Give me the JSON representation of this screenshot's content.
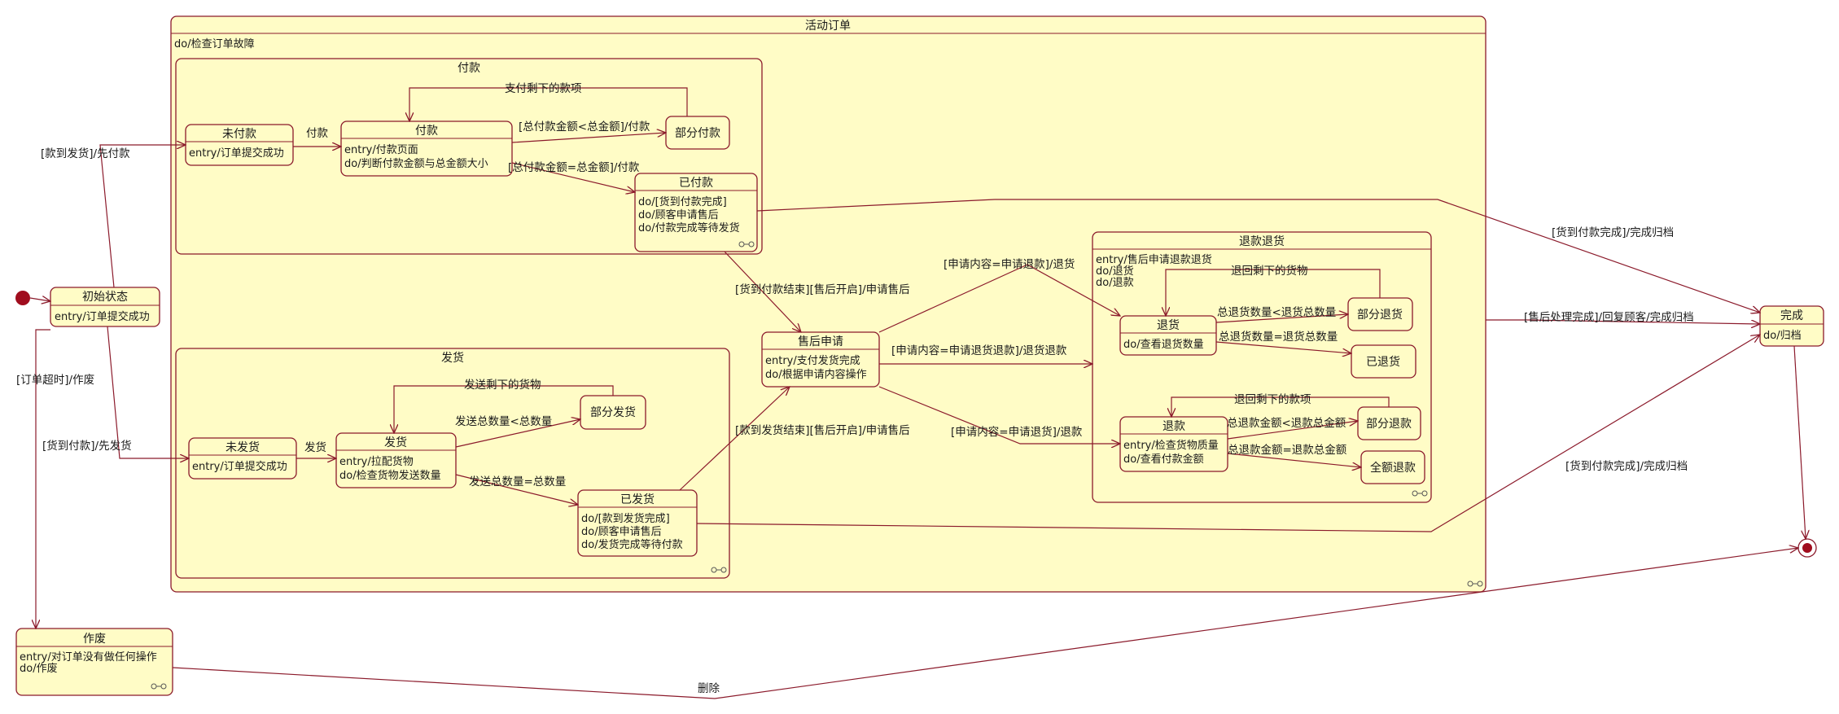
{
  "initial": "",
  "active_order": {
    "name": "活动订单",
    "internal": "do/检查订单故障"
  },
  "payment": {
    "name": "付款"
  },
  "shipping": {
    "name": "发货"
  },
  "refund_return": {
    "name": "退款退货"
  },
  "states": {
    "initial_state": {
      "name": "初始状态",
      "body": [
        "entry/订单提交成功"
      ]
    },
    "void": {
      "name": "作废",
      "body": [
        "entry/对订单没有做任何操作",
        "do/作废"
      ]
    },
    "unpaid": {
      "name": "未付款",
      "body": [
        "entry/订单提交成功"
      ]
    },
    "paying": {
      "name": "付款",
      "body": [
        "entry/付款页面",
        "do/判断付款金额与总金额大小"
      ]
    },
    "partial_paid": {
      "name": "部分付款",
      "body": []
    },
    "paid": {
      "name": "已付款",
      "body": [
        "do/[货到付款完成]",
        "do/顾客申请售后",
        "do/付款完成等待发货"
      ]
    },
    "unshipped": {
      "name": "未发货",
      "body": [
        "entry/订单提交成功"
      ]
    },
    "shipping": {
      "name": "发货",
      "body": [
        "entry/拉配货物",
        "do/检查货物发送数量"
      ]
    },
    "partial_shipped": {
      "name": "部分发货",
      "body": []
    },
    "shipped": {
      "name": "已发货",
      "body": [
        "do/[款到发货完成]",
        "do/顾客申请售后",
        "do/发货完成等待付款"
      ]
    },
    "after_sale": {
      "name": "售后申请",
      "body": [
        "entry/支付发货完成",
        "do/根据申请内容操作"
      ]
    },
    "return": {
      "name": "退货",
      "body": [
        "do/查看退货数量"
      ]
    },
    "partial_return": {
      "name": "部分退货",
      "body": []
    },
    "returned": {
      "name": "已退货",
      "body": []
    },
    "refund": {
      "name": "退款",
      "body": [
        "entry/检查货物质量",
        "do/查看付款金额"
      ]
    },
    "partial_refund": {
      "name": "部分退款",
      "body": []
    },
    "full_refund": {
      "name": "全额退款",
      "body": []
    },
    "done": {
      "name": "完成",
      "body": [
        "do/归档"
      ]
    }
  },
  "refund_internal": [
    "entry/售后申请退款退货",
    "do/退货",
    "do/退款"
  ],
  "transitions": {
    "init_to_pay": "[款到发货]/先付款",
    "init_to_ship": "[货到付款]/先发货",
    "init_to_void": "[订单超时]/作废",
    "unpaid_to_paying": "付款",
    "pay_partial": "[总付款金额<总金额]/付款",
    "pay_remaining": "支付剩下的款项",
    "pay_full": "[总付款金额=总金额]/付款",
    "paid_to_aftersale": "[货到付款结束][售后开启]/申请售后",
    "unshipped_to_shipping": "发货",
    "ship_partial": "发送总数量<总数量",
    "ship_remaining": "发送剩下的货物",
    "ship_full": "发送总数量=总数量",
    "shipped_to_aftersale": "[款到发货结束][售后开启]/申请售后",
    "as_to_return": "[申请内容=申请退款]/退货",
    "as_to_refund_return": "[申请内容=申请退货退款]/退货退款",
    "as_to_refund": "[申请内容=申请退货]/退款",
    "return_partial": "总退货数量<退货总数量",
    "return_remaining": "退回剩下的货物",
    "return_full": "总退货数量=退货总数量",
    "refund_partial": "总退款金额<退款总金额",
    "refund_remaining": "退回剩下的款项",
    "refund_full": "总退款金额=退款总金额",
    "paid_to_done": "[货到付款完成]/完成归档",
    "rr_to_done": "[售后处理完成]/回复顾客/完成归档",
    "shipped_to_done": "[货到付款完成]/完成归档",
    "void_to_final": "删除"
  }
}
